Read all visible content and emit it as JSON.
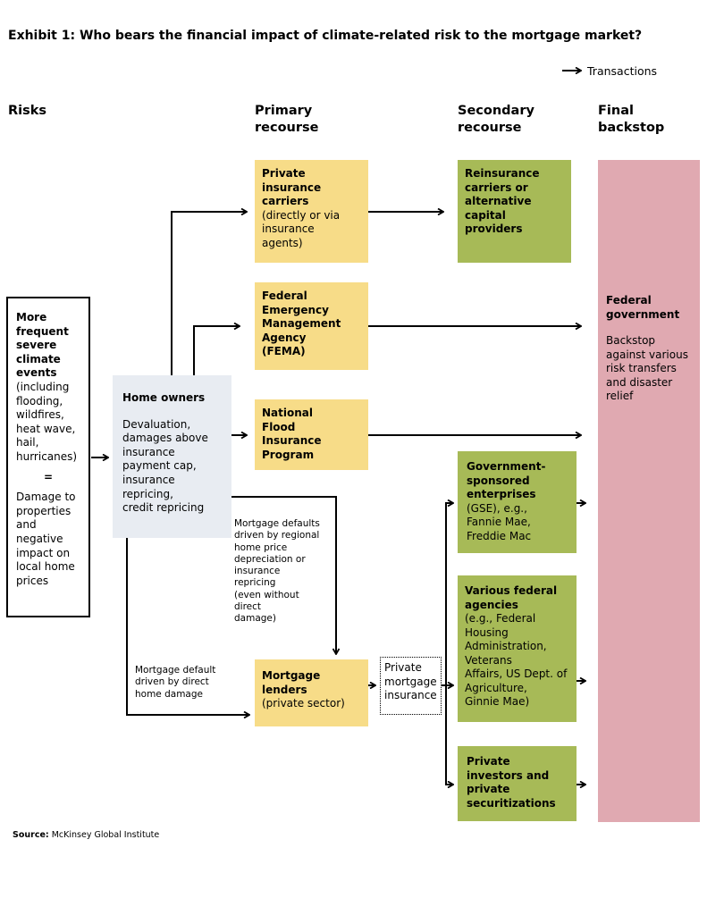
{
  "title": "Exhibit 1: Who bears the financial impact of climate-related risk to the mortgage market?",
  "legend": {
    "label": "Transactions"
  },
  "columns": {
    "risks": "Risks",
    "primary_1": "Primary",
    "primary_2": "recourse",
    "secondary_1": "Secondary",
    "secondary_2": "recourse",
    "final_1": "Final",
    "final_2": "backstop"
  },
  "risk_box": {
    "bold_lines": [
      "More",
      "frequent",
      "severe",
      "climate",
      "events"
    ],
    "lines": [
      "(including",
      "flooding,",
      "wildfires,",
      "heat wave,",
      "hail,",
      "hurricanes)"
    ],
    "equals": "=",
    "lines2": [
      "Damage to",
      "properties",
      "and",
      "negative",
      "impact on",
      "local home",
      "prices"
    ]
  },
  "home_owners": {
    "title": "Home owners",
    "lines": [
      "Devaluation,",
      "damages above",
      "insurance",
      "payment cap,",
      "insurance",
      "repricing,",
      "credit repricing"
    ]
  },
  "private_insurance": {
    "bold_lines": [
      "Private",
      "insurance",
      "carriers"
    ],
    "lines": [
      "(directly or via",
      "insurance",
      "agents)"
    ]
  },
  "fema": {
    "bold_lines": [
      "Federal",
      "Emergency",
      "Management",
      "Agency",
      "(FEMA)"
    ]
  },
  "nfip": {
    "bold_lines": [
      "National",
      "Flood",
      "Insurance",
      "Program"
    ]
  },
  "mortgage_lenders": {
    "bold_lines": [
      "Mortgage",
      "lenders"
    ],
    "lines": [
      "(private sector)"
    ]
  },
  "pmi": {
    "lines": [
      "Private",
      "mortgage",
      "insurance"
    ]
  },
  "reinsurance": {
    "bold_lines": [
      "Reinsurance",
      "carriers or",
      "alternative",
      "capital",
      "providers"
    ]
  },
  "gse": {
    "bold_lines": [
      "Government-",
      "sponsored",
      "enterprises"
    ],
    "lines": [
      "(GSE), e.g.,",
      "Fannie Mae,",
      "Freddie Mac"
    ]
  },
  "federal_agencies": {
    "bold_lines": [
      "Various federal",
      "agencies"
    ],
    "lines": [
      "(e.g., Federal",
      "Housing",
      "Administration,",
      "Veterans",
      "Affairs, US Dept. of",
      "Agriculture,",
      "Ginnie Mae)"
    ]
  },
  "private_investors": {
    "bold_lines": [
      "Private",
      "investors and",
      "private",
      "securitizations"
    ]
  },
  "federal_government": {
    "bold_lines": [
      "Federal",
      "government"
    ],
    "lines": [
      "Backstop",
      "against various",
      "risk transfers",
      "and disaster",
      "relief"
    ]
  },
  "notes": {
    "regional": [
      "Mortgage defaults",
      "driven by regional",
      "home price",
      "depreciation or",
      "insurance",
      "repricing",
      "(even without",
      "direct",
      "damage)"
    ],
    "direct": [
      "Mortgage default",
      "driven by direct",
      "home damage"
    ]
  },
  "source": {
    "label": "Source:",
    "text": "McKinsey Global Institute"
  }
}
